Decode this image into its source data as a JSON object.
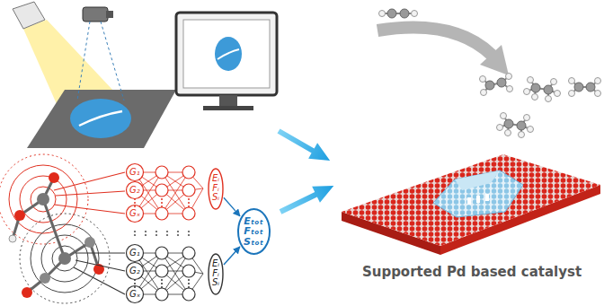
{
  "diagram": {
    "nodes": [
      {
        "text": [
          "Eᵢ Fᵢ Sᵢ"
        ]
      },
      {
        "text": [
          "Eᵢ Fᵢ Sᵢ"
        ]
      },
      {
        "text": [
          "Eₜₒₜ Fₜₒₜ Sₜₒₜ"
        ]
      }
    ],
    "edges": [
      {
        "from": 0,
        "to": 2,
        "arrow": "to"
      },
      {
        "from": 1,
        "to": 2,
        "arrow": "to"
      }
    ],
    "labels": [
      "G₁",
      "G₂",
      "Gₓ",
      "G₁",
      "G₂",
      "Gₓ",
      "Supported Pd based catalyst"
    ]
  }
}
